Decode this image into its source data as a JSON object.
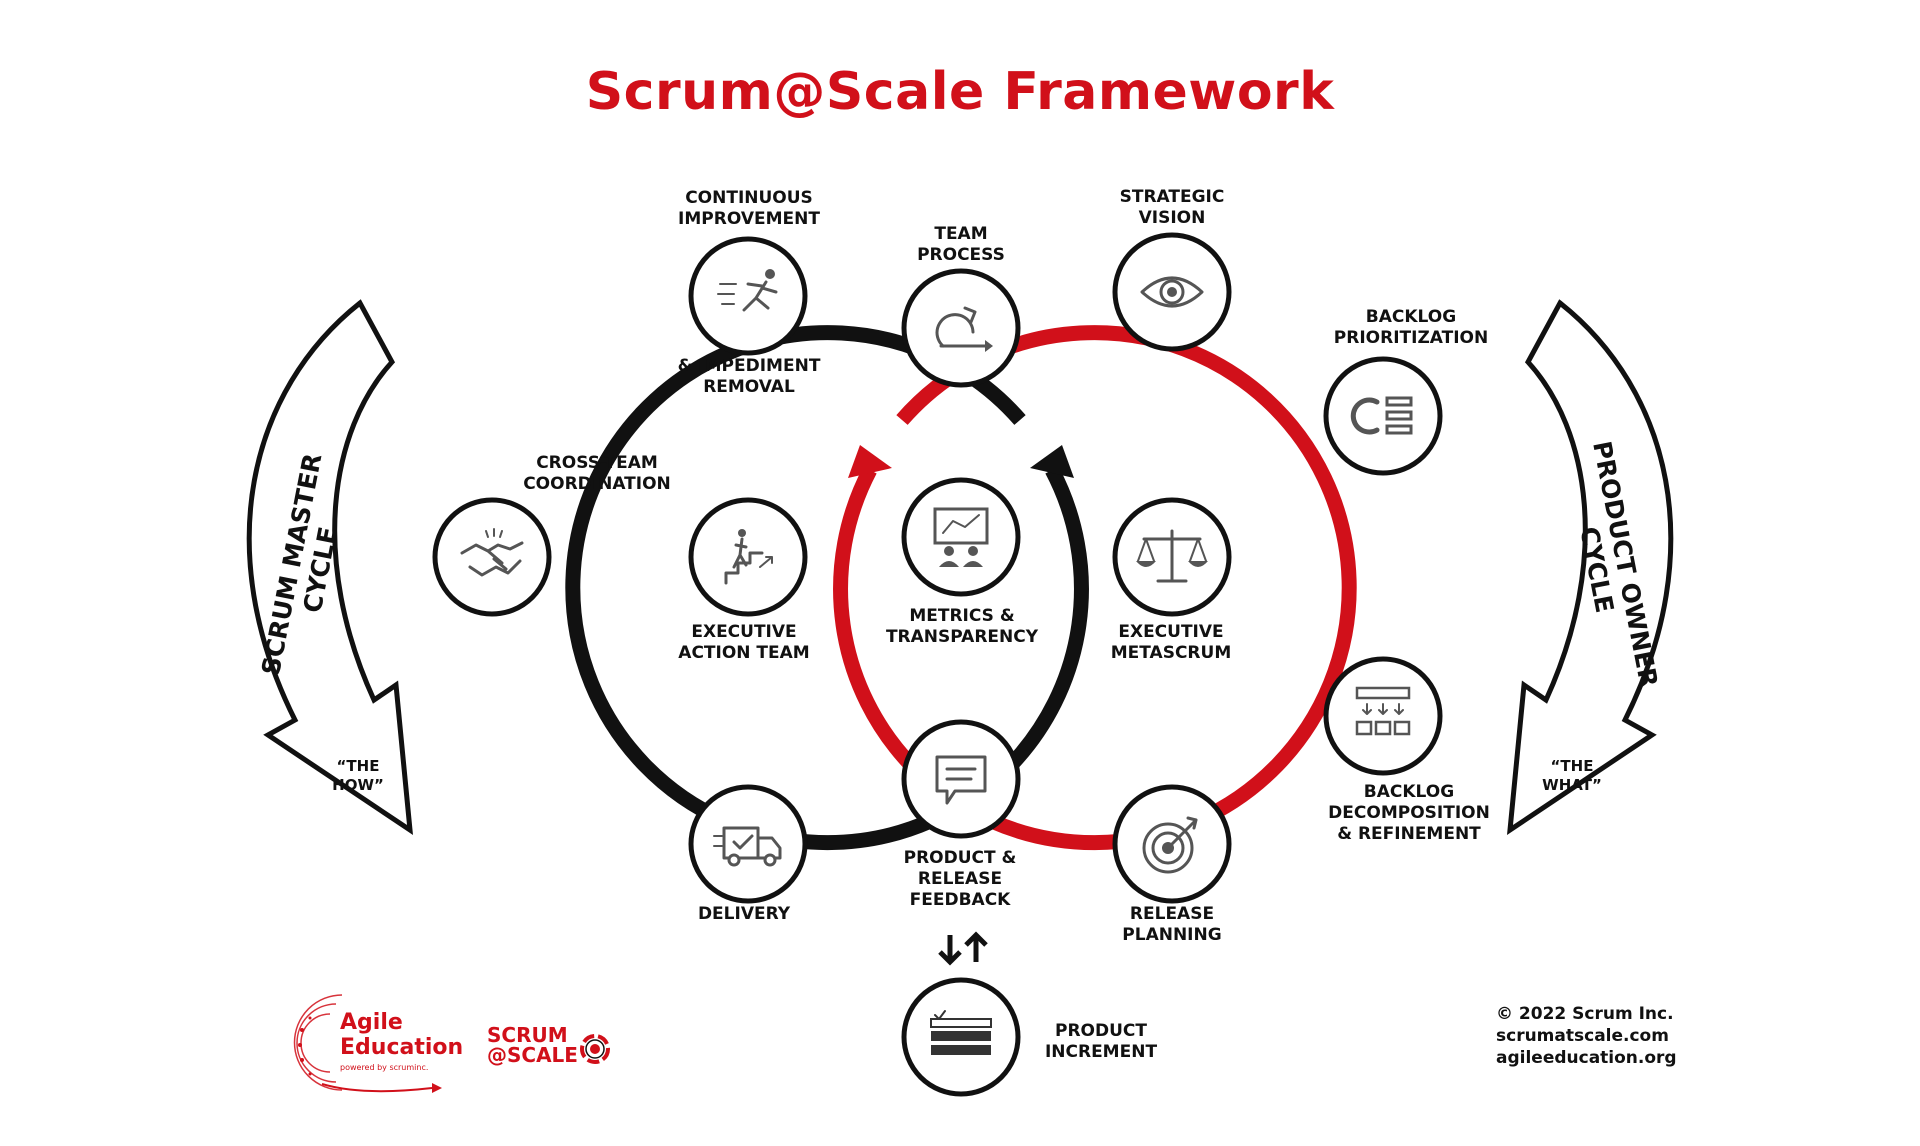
{
  "title": "Scrum@Scale Framework",
  "colors": {
    "accent": "#d1101a",
    "ink": "#111111",
    "icon_gray": "#555555"
  },
  "cycles": {
    "scrum_master": {
      "label": "SCRUM MASTER CYCLE",
      "note": "“THE\nHOW”"
    },
    "product_owner": {
      "label": "PRODUCT OWNER CYCLE",
      "note": "“THE\nWHAT”"
    }
  },
  "nodes": {
    "continuous_improvement": {
      "label_top": "CONTINUOUS\nIMPROVEMENT",
      "label_bottom": "& IMPEDIMENT\nREMOVAL",
      "icon": "runner-icon"
    },
    "team_process": {
      "label": "TEAM\nPROCESS",
      "icon": "process-cycle-icon"
    },
    "strategic_vision": {
      "label": "STRATEGIC\nVISION",
      "icon": "eye-icon"
    },
    "backlog_prioritization": {
      "label": "BACKLOG\nPRIORITIZATION",
      "icon": "priority-list-icon"
    },
    "cross_team_coordination": {
      "label": "CROSS-TEAM\nCOORDINATION",
      "icon": "handshake-icon"
    },
    "executive_action_team": {
      "label": "EXECUTIVE\nACTION TEAM",
      "icon": "climbing-stairs-icon"
    },
    "metrics_transparency": {
      "label": "METRICS &\nTRANSPARENCY",
      "icon": "presentation-icon"
    },
    "executive_metascrum": {
      "label": "EXECUTIVE\nMETASCRUM",
      "icon": "scales-icon"
    },
    "backlog_decomposition": {
      "label": "BACKLOG\nDECOMPOSITION\n& REFINEMENT",
      "icon": "decomposition-icon"
    },
    "delivery": {
      "label": "DELIVERY",
      "icon": "truck-icon"
    },
    "product_release_feedback": {
      "label": "PRODUCT &\nRELEASE\nFEEDBACK",
      "icon": "chat-bubble-icon"
    },
    "release_planning": {
      "label": "RELEASE\nPLANNING",
      "icon": "target-icon"
    },
    "product_increment": {
      "label": "PRODUCT\nINCREMENT",
      "icon": "checklist-stack-icon"
    }
  },
  "footer": {
    "copyright_lines": [
      "© 2022 Scrum Inc.",
      "scrumatscale.com",
      "agileeducation.org"
    ],
    "logo_agile_education": {
      "line1": "Agile",
      "line2": "Education",
      "sub": "powered by scruminc."
    },
    "logo_scrum_at_scale": {
      "line1": "SCRUM",
      "line2": "@SCALE"
    }
  }
}
